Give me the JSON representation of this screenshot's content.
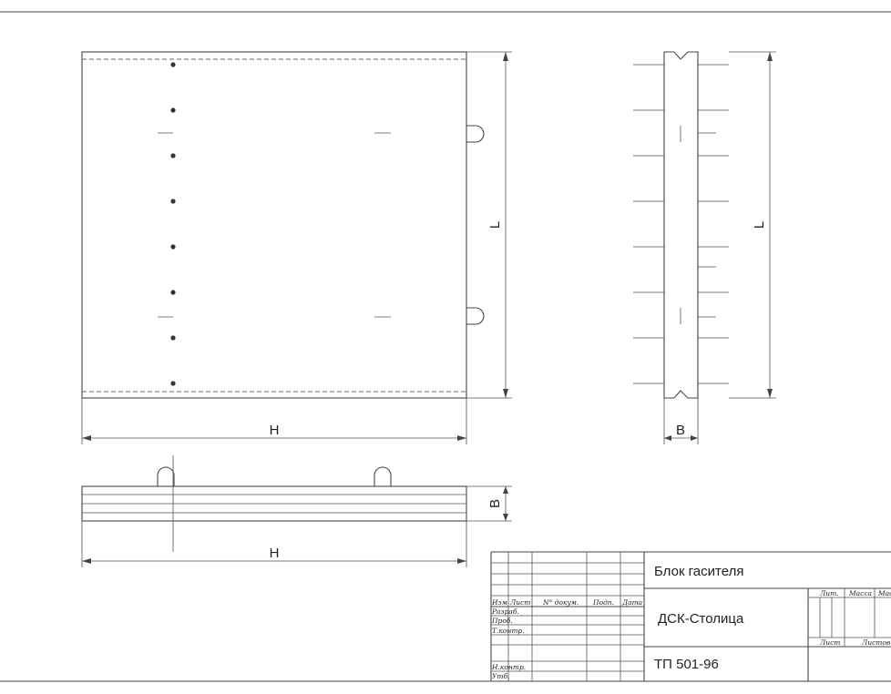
{
  "drawing": {
    "dimension_labels": {
      "length": "L",
      "height": "H",
      "width": "B"
    }
  },
  "title_block": {
    "title": "Блок гасителя",
    "organization": "ДСК-Столица",
    "document_code": "ТП 501-96",
    "revision_headers": [
      "Изм",
      "Лист",
      "N° докум.",
      "Подп.",
      "Дата"
    ],
    "roles": [
      "Разраб.",
      "Проб.",
      "Т.контр.",
      "Н.контр.",
      "Утб."
    ],
    "stage_headers": [
      "Лит.",
      "Масса",
      "Масштаб"
    ],
    "sheet_label": "Лист",
    "sheets_label": "Листов"
  }
}
